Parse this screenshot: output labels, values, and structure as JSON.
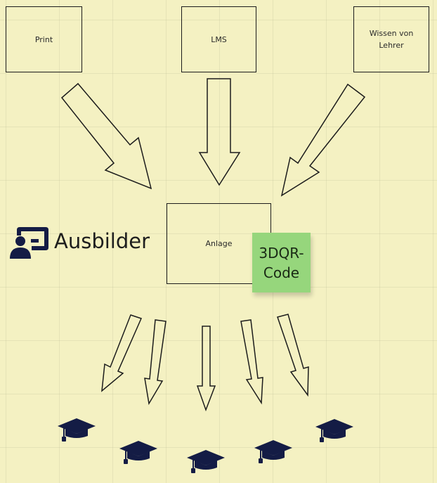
{
  "nodes": {
    "print": "Print",
    "lms": "LMS",
    "wissen": "Wissen von Lehrer",
    "anlage": "Anlage"
  },
  "sticky_note": {
    "text": "3DQR-Code",
    "color": "#96d67c"
  },
  "ausbilder": {
    "label": "Ausbilder",
    "icon": "teacher-icon"
  },
  "students": {
    "icon": "graduation-cap-icon",
    "count": 5
  },
  "colors": {
    "background": "#f4f1c2",
    "icons": "#141c45",
    "stroke": "#1c1c1c"
  }
}
